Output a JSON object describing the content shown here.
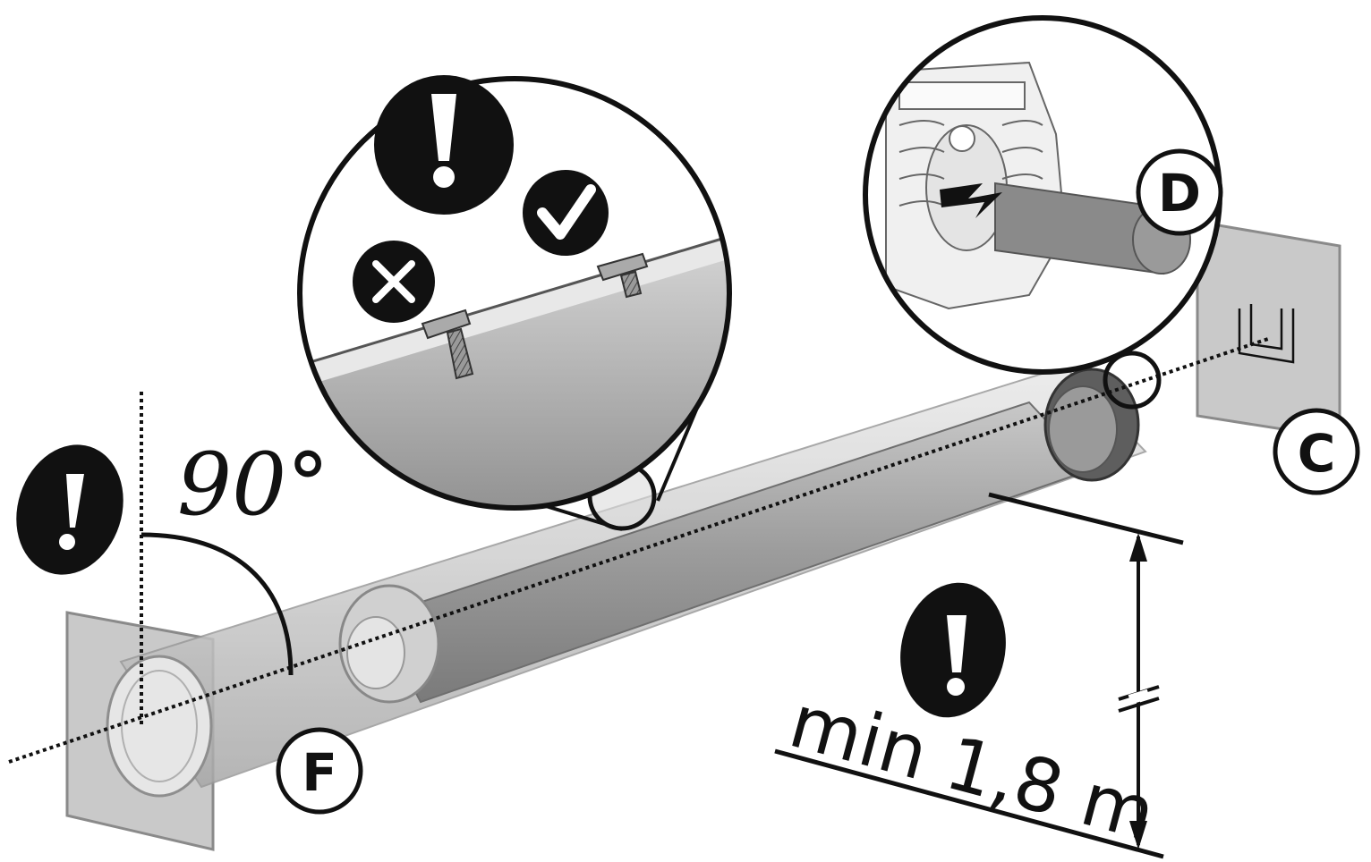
{
  "labels": {
    "angle": "90°",
    "min_height": "min 1,8 m",
    "label_f": "F",
    "label_d": "D",
    "label_c": "C"
  },
  "icons": {
    "warning": "exclamation-icon",
    "correct": "checkmark-icon",
    "incorrect": "cross-icon"
  },
  "colors": {
    "ink": "#111111",
    "tube": "#b8b8b8",
    "tube_dark": "#8e8e8e",
    "bracket": "#c4c4c4",
    "background": "#ffffff"
  }
}
